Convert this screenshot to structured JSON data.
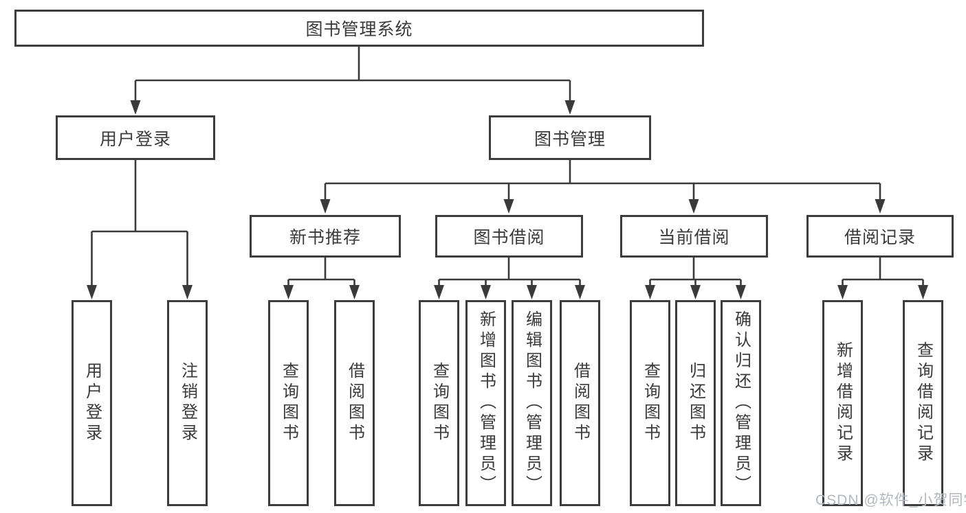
{
  "watermark": "CSDN @软件_小贺同学",
  "colors": {
    "line": "#3a3a3a",
    "box_border": "#3c3c3c",
    "text": "#3a3a3a",
    "watermark_text": "#b3b8c0"
  },
  "tree": {
    "root": "图书管理系统",
    "branches": [
      {
        "label": "用户登录",
        "children": [
          "用户登录",
          "注销登录"
        ]
      },
      {
        "label": "图书管理",
        "children": [
          {
            "label": "新书推荐",
            "children": [
              "查询图书",
              "借阅图书"
            ]
          },
          {
            "label": "图书借阅",
            "children": [
              "查询图书",
              "新增图书（管理员）",
              "编辑图书（管理员）",
              "借阅图书"
            ]
          },
          {
            "label": "当前借阅",
            "children": [
              "查询图书",
              "归还图书",
              "确认归还（管理员）"
            ]
          },
          {
            "label": "借阅记录",
            "children": [
              "新增借阅记录",
              "查询借阅记录"
            ]
          }
        ]
      }
    ]
  }
}
